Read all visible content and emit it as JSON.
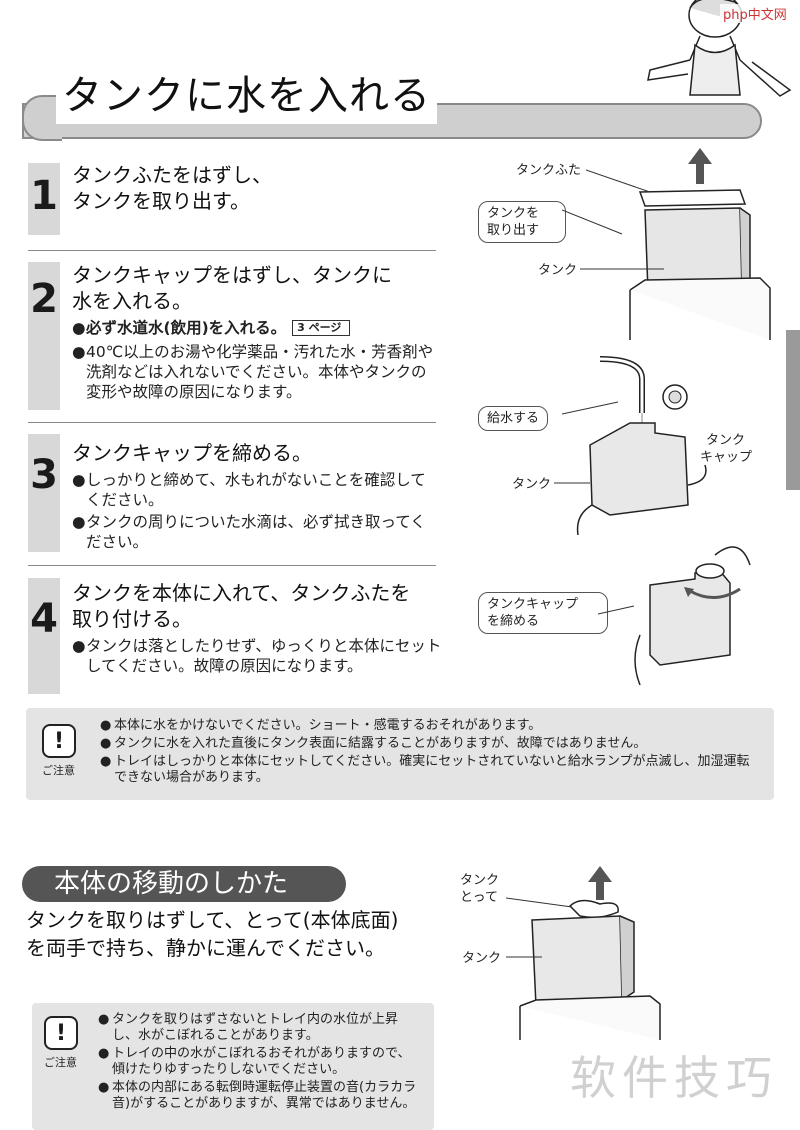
{
  "brand_watermark": "php中文网",
  "title": "タンクに水を入れる",
  "steps": [
    {
      "num": "1",
      "head": [
        "タンクふたをはずし、",
        "タンクを取り出す。"
      ],
      "bullets": []
    },
    {
      "num": "2",
      "head": [
        "タンクキャップをはずし、タンクに",
        "水を入れる。"
      ],
      "bullets": [
        {
          "text": "必ず水道水(飲用)を入れる。",
          "ref": "3 ページ",
          "bold": true
        },
        {
          "text": "40℃以上のお湯や化学薬品・汚れた水・芳香剤や洗剤などは入れないでください。本体やタンクの変形や故障の原因になります。"
        }
      ]
    },
    {
      "num": "3",
      "head": [
        "タンクキャップを締める。"
      ],
      "bullets": [
        {
          "text": "しっかりと締めて、水もれがないことを確認してください。"
        },
        {
          "text": "タンクの周りについた水滴は、必ず拭き取ってください。"
        }
      ]
    },
    {
      "num": "4",
      "head": [
        "タンクを本体に入れて、タンクふたを",
        "取り付ける。"
      ],
      "bullets": [
        {
          "text": "タンクは落としたりせず、ゆっくりと本体にセットしてください。故障の原因になります。"
        }
      ]
    }
  ],
  "figure_labels": {
    "tank_lid": "タンクふた",
    "take_out": [
      "タンクを",
      "取り出す"
    ],
    "tank": "タンク",
    "supply_water": "給水する",
    "tank_cap": [
      "タンク",
      "キャップ"
    ],
    "tighten_cap": [
      "タンクキャップ",
      "を締める"
    ],
    "tank_handle": [
      "タンク",
      "とって"
    ]
  },
  "caution1": {
    "label": "ご注意",
    "items": [
      "本体に水をかけないでください。ショート・感電するおそれがあります。",
      "タンクに水を入れた直後にタンク表面に結露することがありますが、故障ではありません。",
      "トレイはしっかりと本体にセットしてください。確実にセットされていないと給水ランプが点滅し、加湿運転できない場合があります。"
    ]
  },
  "section2": {
    "title": "本体の移動のしかた",
    "body": [
      "タンクを取りはずして、とって(本体底面)",
      "を両手で持ち、静かに運んでください。"
    ]
  },
  "caution2": {
    "label": "ご注意",
    "items": [
      "タンクを取りはずさないとトレイ内の水位が上昇し、水がこぼれることがあります。",
      "トレイの中の水がこぼれるおそれがありますので、傾けたりゆすったりしないでください。",
      "本体の内部にある転倒時運転停止装置の音(カラカラ音)がすることがありますが、異常ではありません。"
    ]
  },
  "bottom_watermark": "软件技巧"
}
